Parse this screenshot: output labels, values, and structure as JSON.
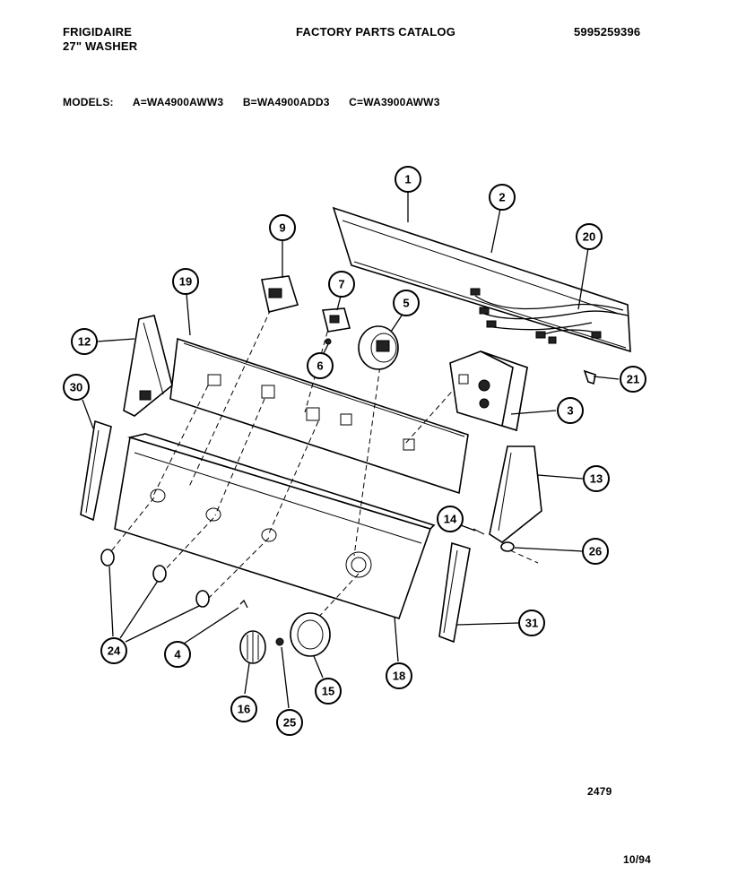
{
  "header": {
    "brand": "FRIGIDAIRE",
    "product": "27\" WASHER",
    "catalog_title": "FACTORY PARTS CATALOG",
    "catalog_number": "5995259396"
  },
  "models": {
    "label": "MODELS:",
    "a": "A=WA4900AWW3",
    "b": "B=WA4900ADD3",
    "c": "C=WA3900AWW3"
  },
  "callouts": [
    "1",
    "2",
    "3",
    "4",
    "5",
    "6",
    "7",
    "9",
    "12",
    "13",
    "14",
    "15",
    "16",
    "18",
    "19",
    "20",
    "21",
    "24",
    "25",
    "26",
    "30",
    "31"
  ],
  "footer": {
    "diagram_code": "2479",
    "date_code": "10/94"
  }
}
